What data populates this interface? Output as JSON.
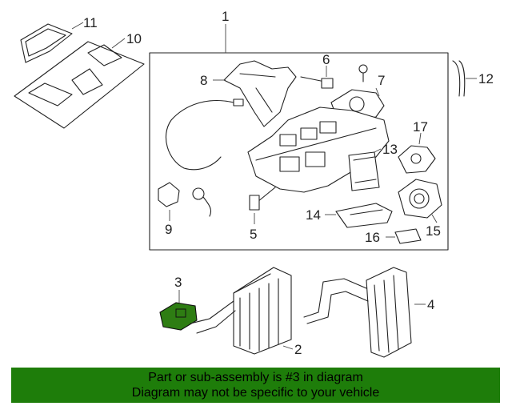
{
  "callouts": {
    "c1": "1",
    "c2": "2",
    "c3": "3",
    "c4": "4",
    "c5": "5",
    "c6": "6",
    "c7": "7",
    "c8": "8",
    "c9": "9",
    "c10": "10",
    "c11": "11",
    "c12": "12",
    "c13": "13",
    "c14": "14",
    "c15": "15",
    "c16": "16",
    "c17": "17"
  },
  "banner": {
    "line1": "Part or sub-assembly is #3 in diagram",
    "line2": "Diagram may not be specific to your vehicle"
  },
  "colors": {
    "highlight_part": "#2e7d13",
    "banner_bg": "#1e7d0a"
  }
}
